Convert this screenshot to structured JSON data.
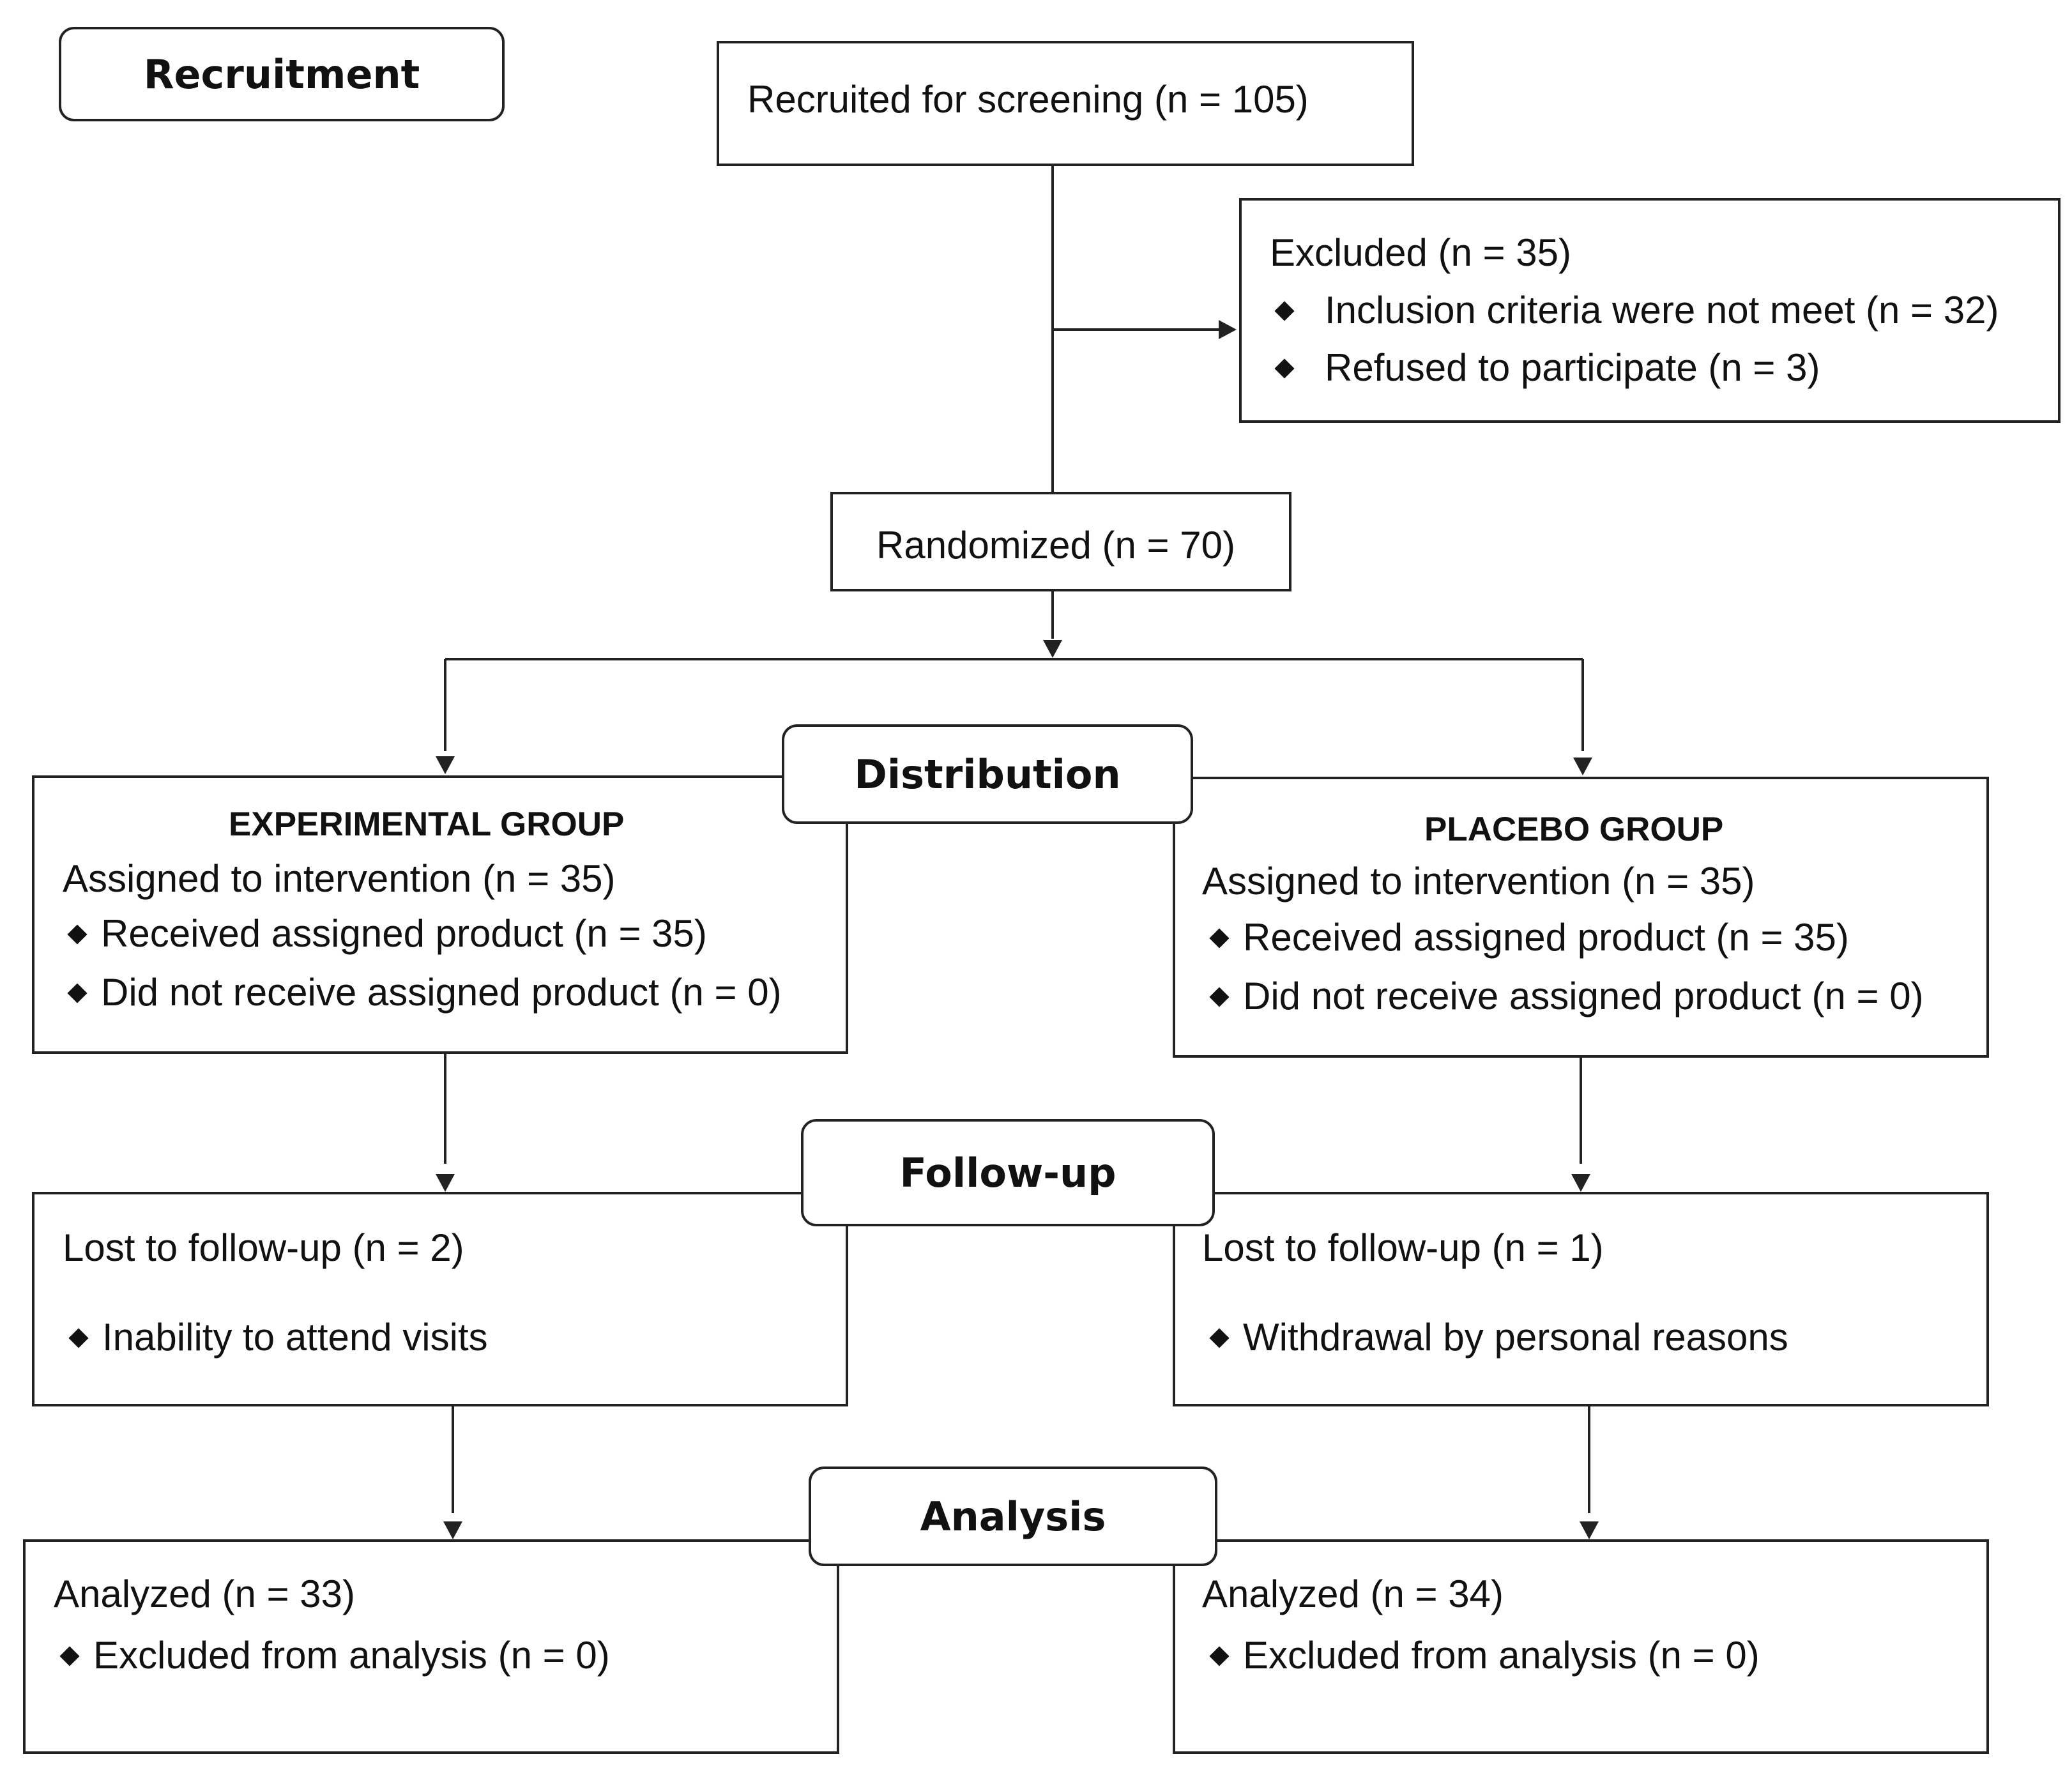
{
  "stages": {
    "recruitment": "Recruitment",
    "distribution": "Distribution",
    "follow_up": "Follow-up",
    "analysis": "Analysis"
  },
  "recruited": {
    "text": "Recruited for screening (n = 105)"
  },
  "excluded": {
    "title": "Excluded (n = 35)",
    "items": [
      "Inclusion criteria were not meet (n = 32)",
      "Refused to participate (n = 3)"
    ]
  },
  "randomized": {
    "text": "Randomized (n = 70)"
  },
  "experimental": {
    "heading": "EXPERIMENTAL GROUP",
    "assigned": "Assigned to intervention (n = 35)",
    "received": "Received assigned product (n = 35)",
    "not_received": "Did not receive assigned product (n = 0)",
    "lost": "Lost to follow-up (n = 2)",
    "lost_reason": "Inability to attend visits",
    "analyzed": "Analyzed (n = 33)",
    "excluded_analysis": "Excluded from analysis (n = 0)"
  },
  "placebo": {
    "heading": "PLACEBO GROUP",
    "assigned": "Assigned to intervention (n = 35)",
    "received": "Received assigned product (n = 35)",
    "not_received": "Did not receive assigned product (n = 0)",
    "lost": "Lost to follow-up (n = 1)",
    "lost_reason": "Withdrawal by personal reasons",
    "analyzed": "Analyzed (n = 34)",
    "excluded_analysis": "Excluded from analysis (n = 0)"
  },
  "icons": {
    "bullet": "diamond-bullet-icon",
    "arrow": "arrowhead-icon"
  },
  "colors": {
    "line": "#222222",
    "text": "#111111",
    "background": "#ffffff"
  }
}
